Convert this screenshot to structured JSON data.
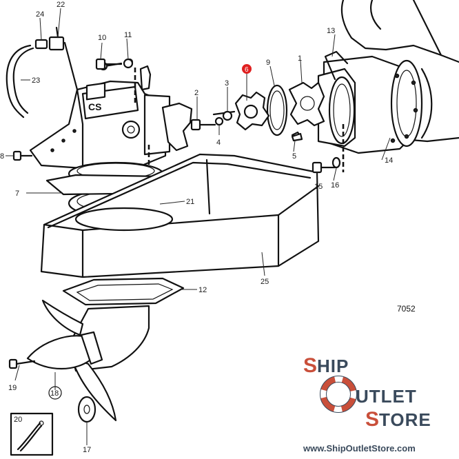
{
  "diagram": {
    "drawing_number": "7052",
    "callouts": {
      "c1": "1",
      "c2": "2",
      "c3": "3",
      "c4": "4",
      "c5": "5",
      "c6": "6",
      "c7": "7",
      "c8": "8",
      "c9": "9",
      "c10": "10",
      "c11": "11",
      "c12": "12",
      "c13": "13",
      "c14": "14",
      "c15": "15",
      "c16": "16",
      "c17": "17",
      "c18": "18",
      "c19": "19",
      "c20": "20",
      "c21": "21",
      "c22": "22",
      "c23": "23",
      "c24": "24",
      "c25": "25"
    },
    "highlight_color": "#e02020"
  },
  "watermark": {
    "line1_initial": "S",
    "line1_rest": "HIP",
    "line2_initial": "O",
    "line2_rest": "UTLET",
    "line3_initial": "S",
    "line3_rest": "TORE",
    "url": "www.ShipOutletStore.com",
    "accent_color": "#c94f3a",
    "text_color": "#3a4a5c"
  }
}
